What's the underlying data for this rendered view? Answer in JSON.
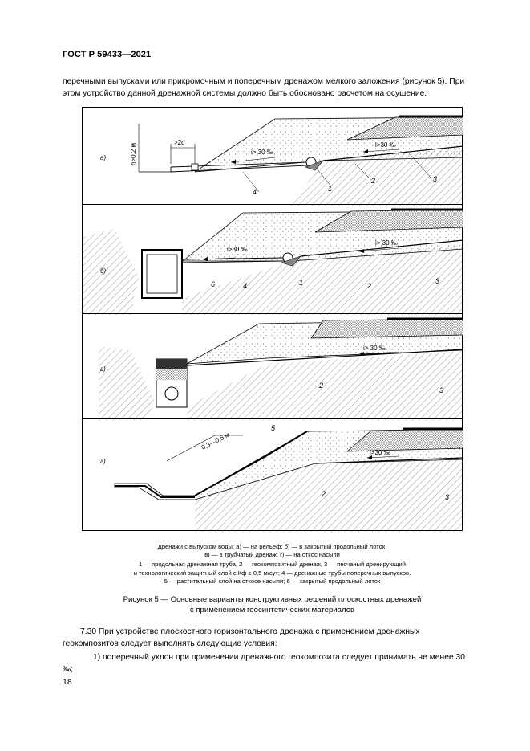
{
  "header": {
    "standard": "ГОСТ Р 59433—2021"
  },
  "intro": {
    "text": "перечными выпусками или прикромочным и поперечным дренажом мелкого заложения (рисунок 5). При этом устройство данной дренажной системы должно быть обосновано расчетом на осушение."
  },
  "figure": {
    "panels": [
      {
        "label": "а)",
        "slope_text": "i> 30 ‰",
        "slope_text_2": "i>30 ‰",
        "dim_h": "h>0,2 м",
        "dim_d": ">2d",
        "callouts": [
          "1",
          "2",
          "3",
          "4"
        ]
      },
      {
        "label": "б)",
        "slope_text": "i>30 ‰",
        "slope_text_2": "i> 30 ‰",
        "callouts": [
          "1",
          "2",
          "3",
          "4",
          "6"
        ]
      },
      {
        "label": "в)",
        "slope_text": "i> 30 ‰",
        "callouts": [
          "2",
          "3"
        ]
      },
      {
        "label": "г)",
        "slope_text": "i>30 ‰",
        "dim_text": "0,3—0,5 м",
        "callouts": [
          "2",
          "3",
          "5"
        ]
      }
    ],
    "caption_lines": [
      "Дренажи с выпуском воды: а) — на рельеф; б) — в закрытый продольный лоток,",
      "в) — в трубчатый дренаж; г) — на откос насыпи",
      "1 — продольная дренажная труба, 2 — геокомпозитный дренаж, 3 — песчаный дренирующий",
      "и технологический защитный слой с Кф ≥ 0,5 м/сут; 4 — дренажные трубы поперечных выпусков.",
      "5 — растительный слой на откосе насыпи; 6 — закрытый продольный лоток"
    ],
    "title_line1": "Рисунок 5 — Основные варианты конструктивных решений плоскостных дренажей",
    "title_line2": "с применением геосинтетических материалов"
  },
  "section": {
    "p730": "7.30 При устройстве плоскостного горизонтального дренажа с применением дренажных геокомпозитов следует выполнять следующие условия:",
    "item1": "1) поперечный уклон при применении дренажного геокомпозита следует принимать не менее 30 ‰;"
  },
  "page_number": "18"
}
